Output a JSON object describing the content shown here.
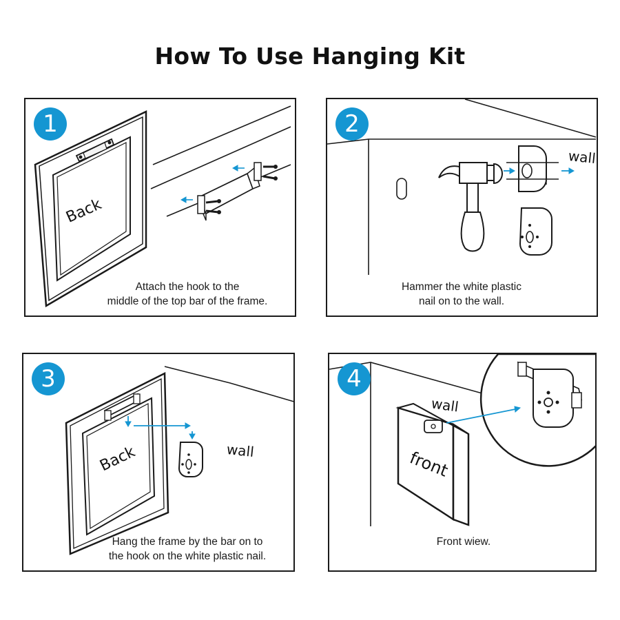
{
  "title": "How To Use Hanging Kit",
  "accent_color": "#1596d2",
  "steps": [
    {
      "number": "1",
      "caption_line1": "Attach the hook to the",
      "caption_line2": "middle of the top bar of the frame.",
      "label": "Back"
    },
    {
      "number": "2",
      "caption_line1": "Hammer the white plastic",
      "caption_line2": "nail on to the wall.",
      "label": "wall"
    },
    {
      "number": "3",
      "caption_line1": "Hang the frame by the bar on to",
      "caption_line2": "the hook on the white plastic nail.",
      "label": "Back",
      "label2": "wall"
    },
    {
      "number": "4",
      "caption_line1": "Front wiew.",
      "label": "front",
      "label2": "wall"
    }
  ]
}
